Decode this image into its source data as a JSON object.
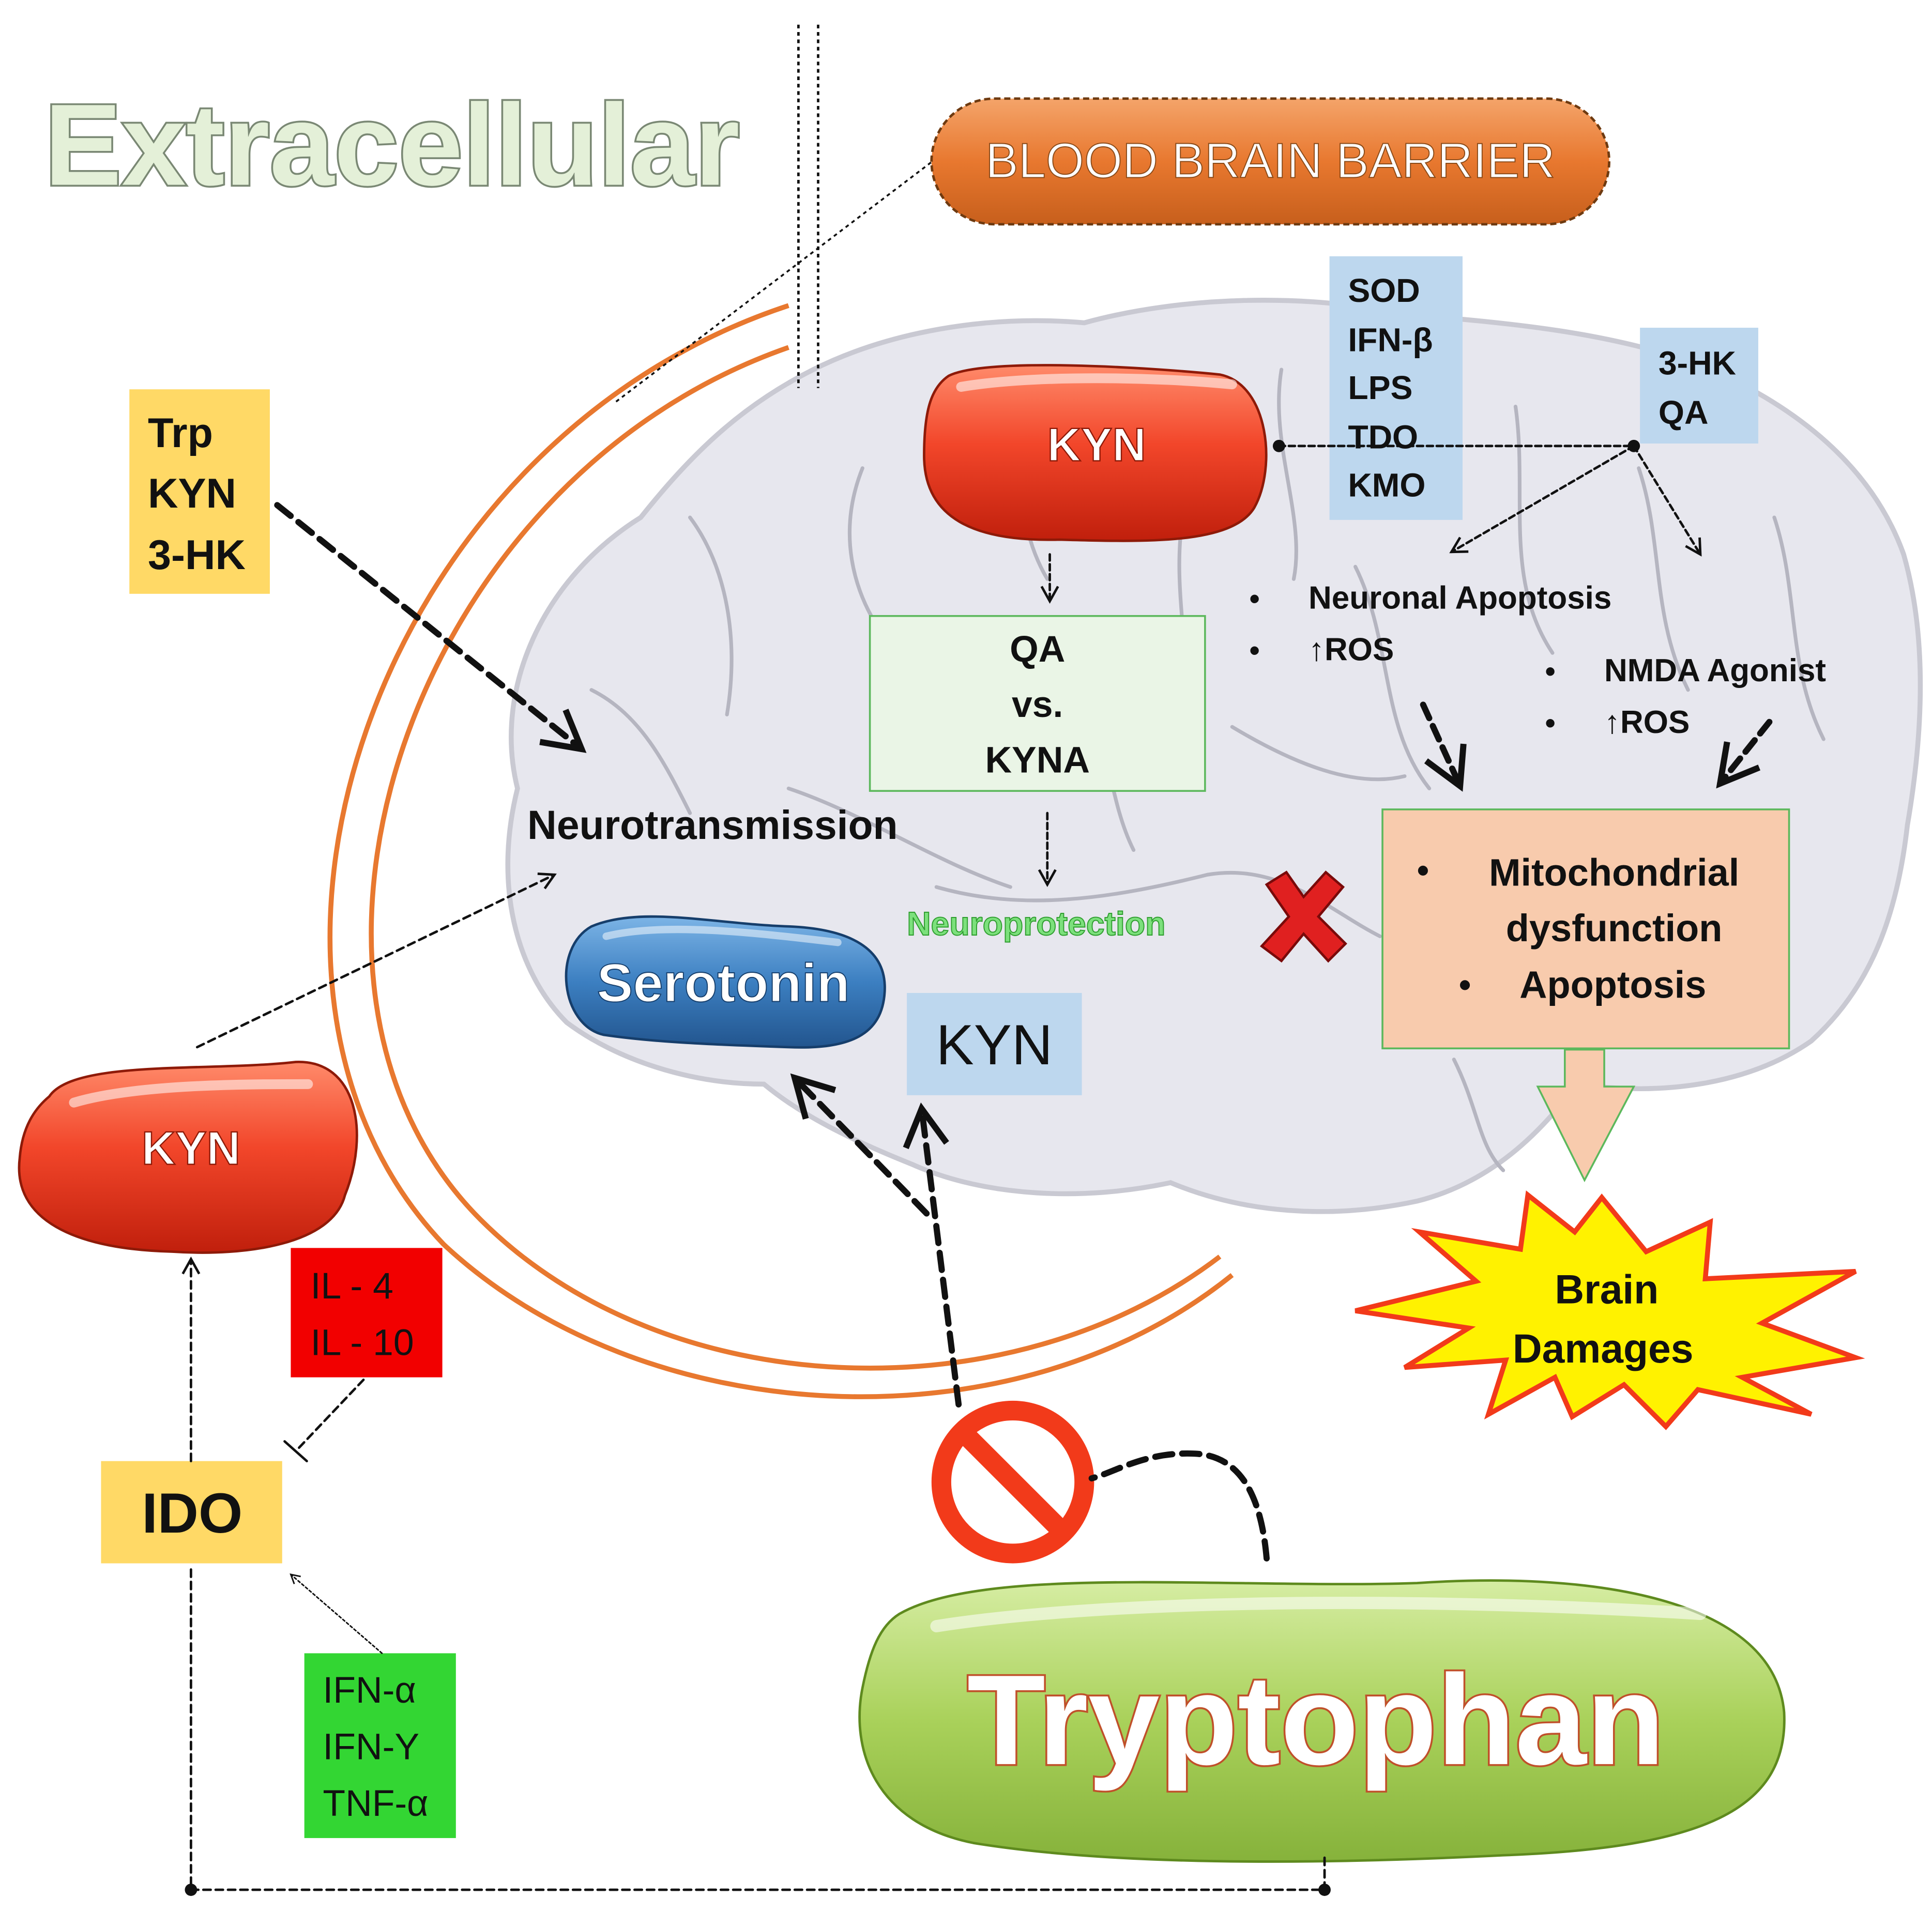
{
  "title": "Extracellular",
  "barrier_label": "BLOOD BRAIN BARRIER",
  "extracellular_box": [
    "Trp",
    "KYN",
    "3-HK"
  ],
  "kyn_extracellular": "KYN",
  "il_box": [
    "IL - 4",
    "IL - 10"
  ],
  "ido": "IDO",
  "ifn_box": [
    "IFN-α",
    "IFN-Y",
    "TNF-α"
  ],
  "tryptophan": "Tryptophan",
  "brain": {
    "kyn_pill": "KYN",
    "enzyme_box": [
      "SOD",
      "IFN-β",
      "LPS",
      "TDO",
      "KMO"
    ],
    "metabolite_box": [
      "3-HK",
      "QA"
    ],
    "qa_box": [
      "QA",
      "vs.",
      "KYNA"
    ],
    "neurotransmission": "Neurotransmission",
    "neuroprotection": "Neuroprotection",
    "serotonin": "Serotonin",
    "kyn_box": "KYN",
    "effects_1": [
      "Neuronal Apoptosis",
      "↑ROS"
    ],
    "effects_2": [
      "NMDA Agonist",
      "↑ROS"
    ],
    "mito_box": [
      "Mitochondrial",
      "dysfunction",
      "Apoptosis"
    ],
    "bullet": "•",
    "brain_damage": [
      "Brain",
      "Damages"
    ]
  },
  "colors": {
    "barrier_orange": "#E8782F",
    "kyn_red": "#F2462A",
    "yellow_box": "#FFD966",
    "blue_box": "#BDD7EE",
    "green_box": "#33D633",
    "red_box": "#F20000",
    "qa_green_bg": "#EAF5E6",
    "peach": "#F8CBAD",
    "tryptophan_green": "#A9D15A",
    "serotonin_blue": "#3C7FC1",
    "brain_gray": "#E7E7EE",
    "starburst_yellow": "#FFF200",
    "neuroprotection_green": "#3FCE3F"
  },
  "icons": [
    "no-entry-icon",
    "red-x-icon",
    "starburst-icon"
  ]
}
